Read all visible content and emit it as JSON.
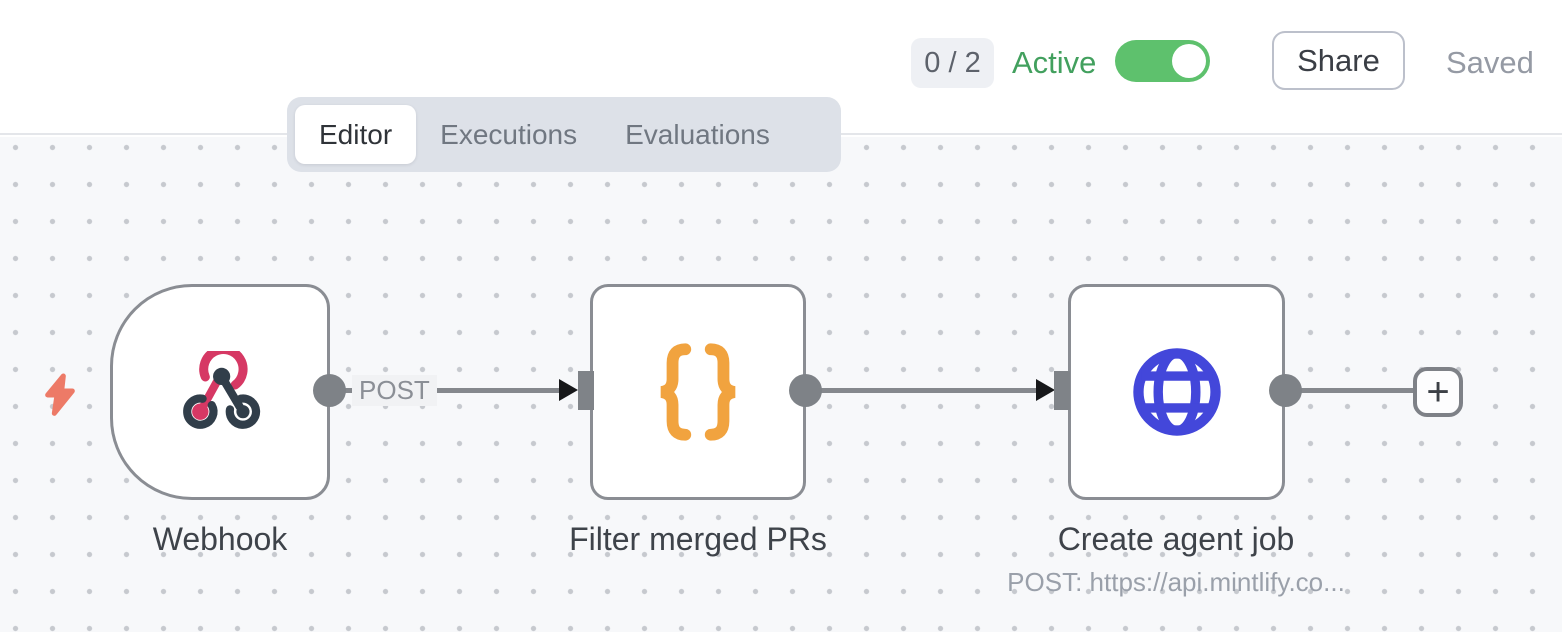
{
  "header": {
    "issues_count": "0 / 2",
    "active_label": "Active",
    "active_state": "on",
    "share_label": "Share",
    "saved_label": "Saved"
  },
  "tabs": {
    "items": [
      {
        "label": "Editor",
        "active": true
      },
      {
        "label": "Executions",
        "active": false
      },
      {
        "label": "Evaluations",
        "active": false
      }
    ]
  },
  "canvas": {
    "nodes": [
      {
        "name": "Webhook",
        "type": "webhook-trigger",
        "icon": "webhook-icon"
      },
      {
        "name": "Filter merged PRs",
        "type": "code",
        "icon": "code-braces-icon"
      },
      {
        "name": "Create agent job",
        "type": "http-request",
        "icon": "globe-icon",
        "subtitle": "POST: https://api.mintlify.co..."
      }
    ],
    "connections": [
      {
        "from": "Webhook",
        "to": "Filter merged PRs",
        "label": "POST"
      },
      {
        "from": "Filter merged PRs",
        "to": "Create agent job",
        "label": ""
      },
      {
        "from": "Create agent job",
        "to": "add-node-button",
        "label": ""
      }
    ],
    "add_button_label": "+"
  },
  "colors": {
    "toggle_on": "#5ec16d",
    "active_text": "#42a05e",
    "webhook_pink": "#d63864",
    "webhook_dark": "#313e4a",
    "code_orange": "#f1a33f",
    "http_blue": "#4347da",
    "trigger_bolt": "#ed7a67",
    "node_border": "#8a8d93",
    "connector_gray": "#85888d",
    "canvas_bg": "#f7f8fa"
  }
}
